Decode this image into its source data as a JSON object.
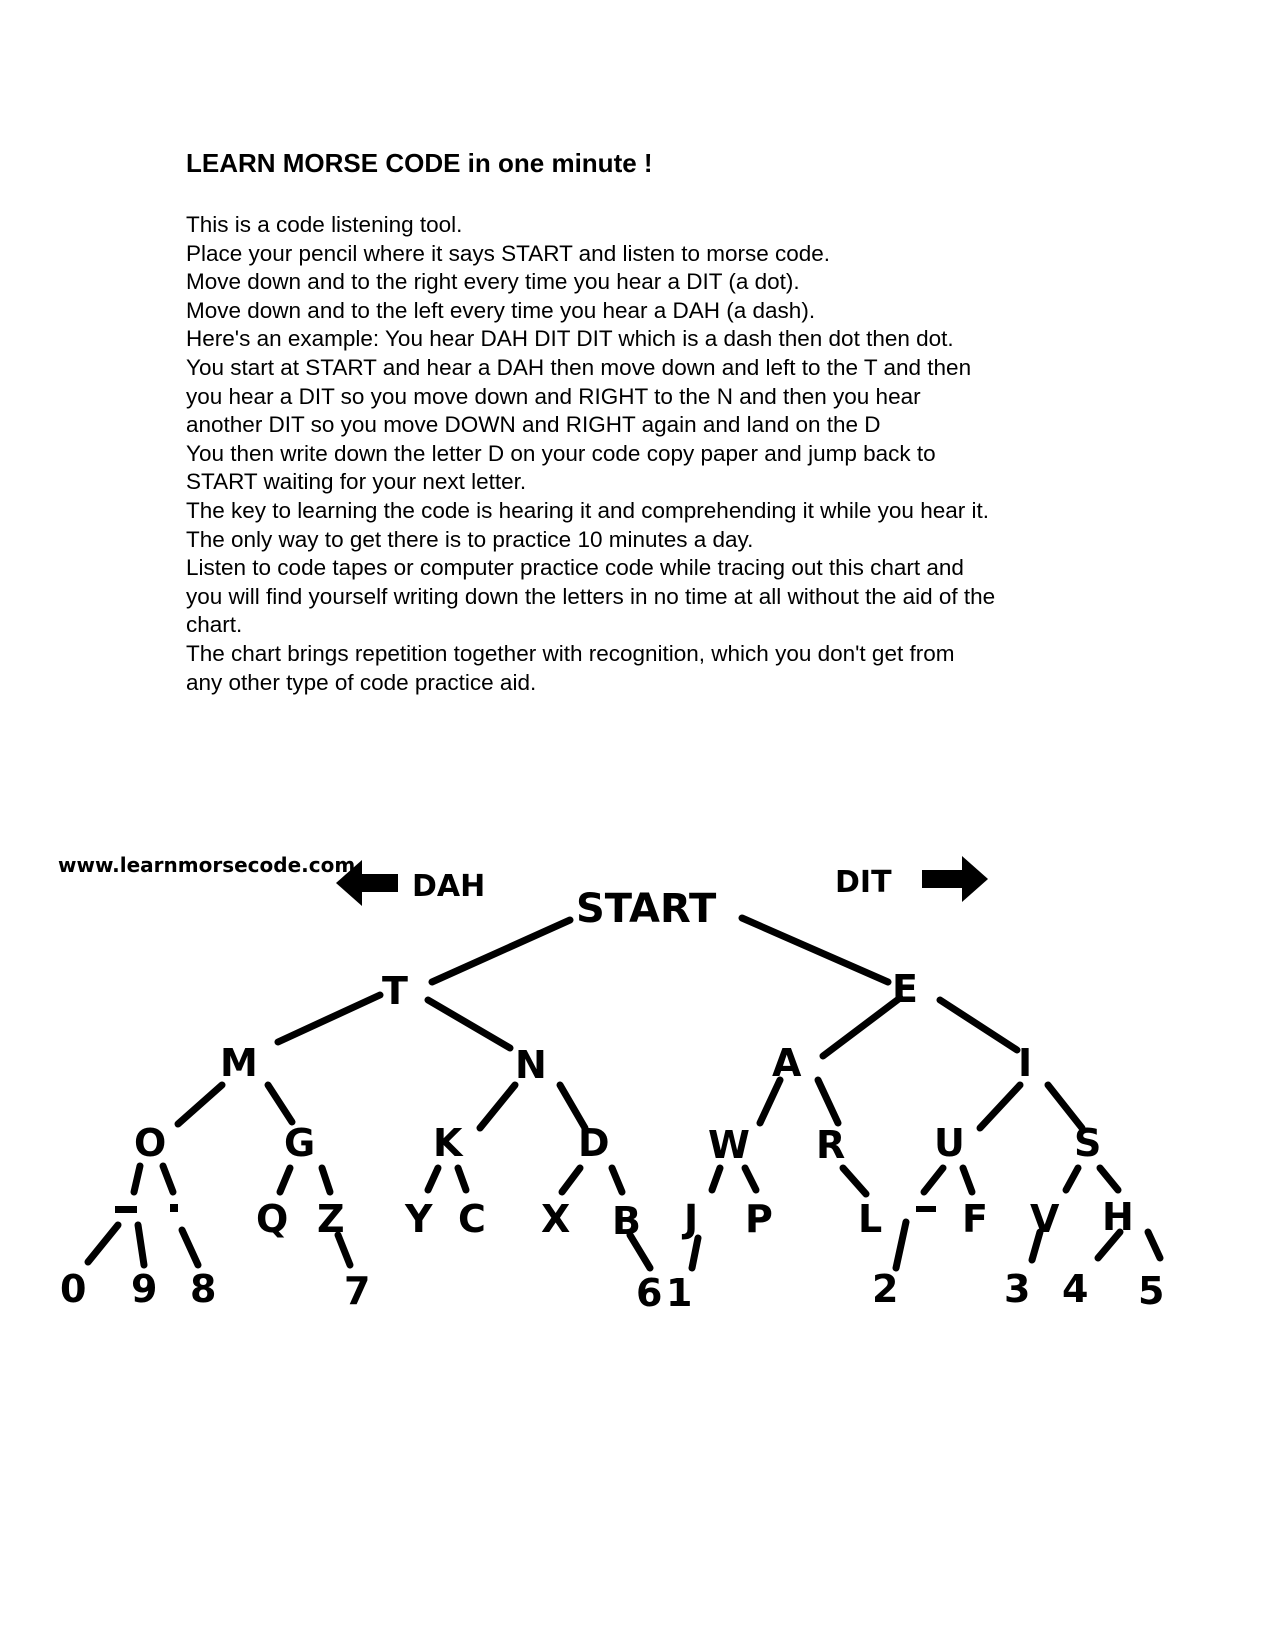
{
  "document": {
    "title": "LEARN MORSE CODE in one minute !",
    "lines": [
      "This is a code listening tool.",
      "Place your pencil where it says START and listen to morse code.",
      "Move down and to the right every time you hear a DIT (a dot).",
      "Move down and to the left every time you hear a DAH (a dash).",
      "Here's an example: You hear DAH DIT DIT which is a dash then dot then dot.",
      "You start at START and hear a DAH then move down and left to the T and then",
      "you hear a DIT so you move down and RIGHT to the N and then you hear",
      "another DIT so you move DOWN and RIGHT again and land on the D",
      "You then write down the letter D on your code copy paper and jump back to",
      "START waiting for your next letter.",
      "The key to learning the code is hearing it and comprehending it while you hear it.",
      "The only way to get there is to practice 10 minutes a day.",
      "Listen to code tapes or computer practice code while tracing out this chart and",
      "you will find yourself writing down the letters in no time at all without the aid of the",
      "chart.",
      "The chart brings repetition together with recognition, which you don't get from",
      "any other type of code practice aid."
    ]
  },
  "chart": {
    "website": "www.learnmorsecode.com",
    "dah_label": "DAH",
    "dit_label": "DIT",
    "dah_arrow_icon": "arrow-left-icon",
    "dit_arrow_icon": "arrow-right-icon",
    "start_label": "START",
    "nodes": {
      "T": "T",
      "E": "E",
      "M": "M",
      "N": "N",
      "A": "A",
      "I": "I",
      "O": "O",
      "G": "G",
      "K": "K",
      "D": "D",
      "W": "W",
      "R": "R",
      "U": "U",
      "S": "S",
      "Q": "Q",
      "Z": "Z",
      "Y": "Y",
      "C": "C",
      "X": "X",
      "B": "B",
      "J": "J",
      "P": "P",
      "L": "L",
      "F": "F",
      "V": "V",
      "H": "H",
      "n0": "0",
      "n9": "9",
      "n8": "8",
      "n7": "7",
      "n6": "6",
      "n1": "1",
      "n2": "2",
      "n3": "3",
      "n4": "4",
      "n5": "5"
    }
  }
}
